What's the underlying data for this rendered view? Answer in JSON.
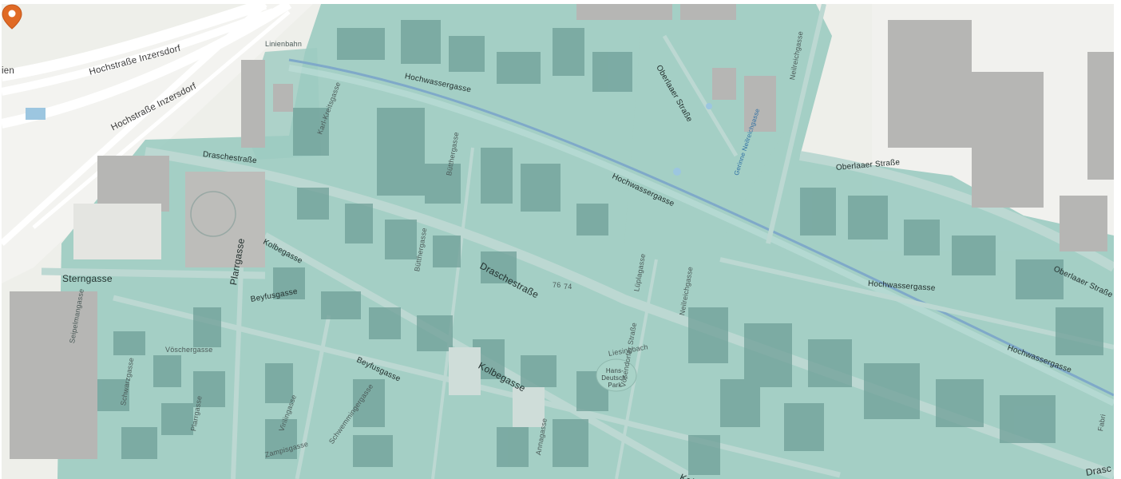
{
  "map": {
    "labels": [
      "Hochstraße Inzersdorf",
      "Hochstraße Inzersdorf",
      "Draschestraße",
      "Draschestraße",
      "Sterngasse",
      "Kolbegasse",
      "Kolbegasse",
      "Kolbegasse",
      "Hochwassergasse",
      "Hochwassergasse",
      "Hochwassergasse",
      "Hochwassergasse",
      "Oberlaaer Straße",
      "Oberlaaer Straße",
      "Oberlaaer Straße",
      "Neilreichgasse",
      "Neilreichgasse",
      "Gerinne Neilreichgasse",
      "Beyfusgasse",
      "Beyfusgasse",
      "Vöschergasse",
      "Seipelmangasse",
      "Schwarzgasse",
      "Plarrgasse",
      "Plarrgasse",
      "Virilingasse",
      "Schwemmingergasse",
      "Zampisgasse",
      "Bütthergasse",
      "Bütthergasse",
      "Karl-Kreitsgasse",
      "Lüplagasse",
      "Vösendorfer Straße",
      "Hans-Deutsch-Park",
      "Liesingbach",
      "Linienbahn",
      "ien",
      "Drasc",
      "76",
      "74",
      "Annagasse",
      "Fabri"
    ],
    "marker": {
      "label": "Location marker",
      "color": "#e06a25"
    }
  }
}
